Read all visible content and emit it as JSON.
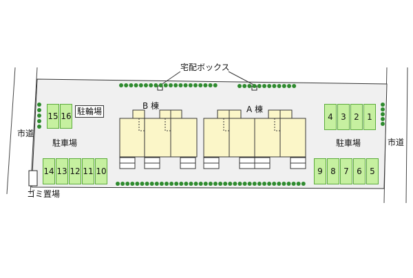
{
  "labels": {
    "delivery_box": "宅配ボックス",
    "building_b": "B 棟",
    "building_a": "A 棟",
    "city_road_left": "市道",
    "city_road_right": "市道",
    "parking_left": "駐車場",
    "parking_right": "駐車場",
    "bicycle_parking": "駐輪場",
    "garbage_area": "ゴミ置場"
  },
  "parking": {
    "top_left": [
      "15",
      "16"
    ],
    "bottom_left": [
      "14",
      "13",
      "12",
      "11",
      "10"
    ],
    "top_right": [
      "4",
      "3",
      "2",
      "1"
    ],
    "bottom_right": [
      "9",
      "8",
      "7",
      "6",
      "5"
    ]
  },
  "colors": {
    "lot": "#f0f0f0",
    "building": "#fbf6c8",
    "parking_fill": "#c6f0a0",
    "parking_border": "#5aaa3a",
    "hedge": "#2e8b2e"
  }
}
